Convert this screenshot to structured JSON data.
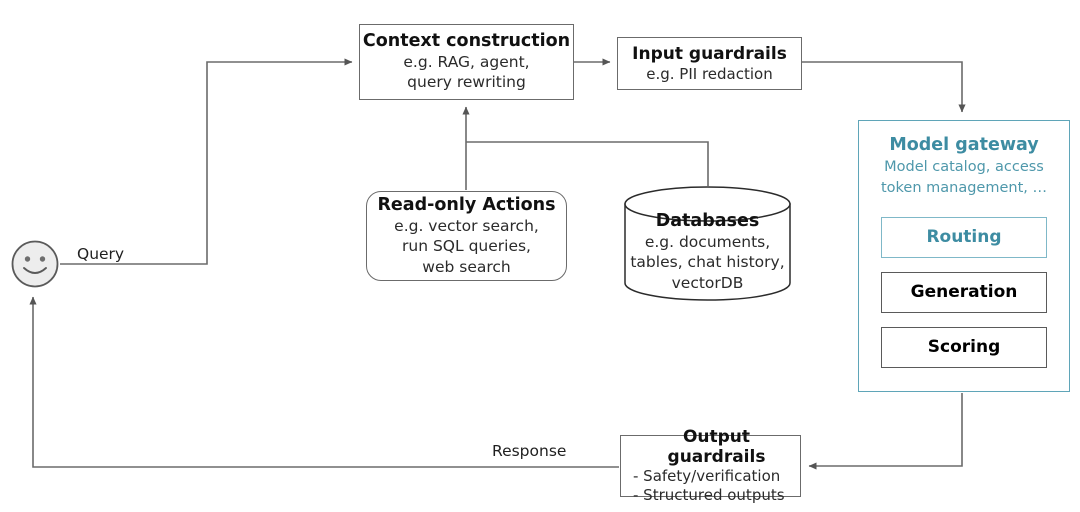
{
  "diagram": {
    "title": "LLM application platform architecture",
    "colors": {
      "line": "#6b6b6b",
      "box_border": "#6b6b6b",
      "gateway_accent": "#3d8ca2",
      "gateway_border": "#5fa5b8",
      "routing_border": "#7fb8c8",
      "text": "#111111",
      "user_fill": "#ededed"
    }
  },
  "user": {
    "icon": "smiley-face-icon"
  },
  "labels": {
    "query": "Query",
    "response": "Response"
  },
  "nodes": {
    "context_construction": {
      "title": "Context construction",
      "sub_lines": [
        "e.g. RAG, agent,",
        "query rewriting"
      ]
    },
    "input_guardrails": {
      "title": "Input guardrails",
      "sub_lines": [
        "e.g. PII redaction"
      ]
    },
    "read_only_actions": {
      "title": "Read-only Actions",
      "sub_lines": [
        "e.g. vector search,",
        "run SQL queries,",
        "web search"
      ]
    },
    "databases": {
      "title": "Databases",
      "sub_lines": [
        "e.g. documents,",
        "tables, chat history,",
        "vectorDB"
      ]
    },
    "model_gateway": {
      "title": "Model gateway",
      "sub_lines": [
        "Model catalog, access",
        "token management, …"
      ],
      "items": [
        {
          "label": "Routing",
          "accent": true
        },
        {
          "label": "Generation",
          "accent": false
        },
        {
          "label": "Scoring",
          "accent": false
        }
      ]
    },
    "output_guardrails": {
      "title": "Output guardrails",
      "sub_lines": [
        "- Safety/verification",
        "- Structured outputs"
      ]
    }
  }
}
